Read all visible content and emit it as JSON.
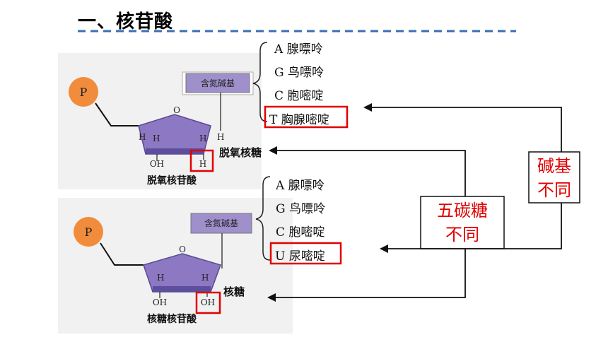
{
  "title": "一、核苷酸",
  "colors": {
    "accent_blue": "#3a6fb5",
    "red": "#e00000",
    "phosphate": "#f08c3c",
    "sugar": "#8c78c3",
    "base_box": "#9f8fcb"
  },
  "top": {
    "phosphate_label": "P",
    "base_box_label": "含氮碱基",
    "o_label": "O",
    "h_labels": [
      "H",
      "H",
      "H",
      "H"
    ],
    "oh_label": "OH",
    "h_highlight": "H",
    "sugar_name": "脱氧核糖",
    "caption": "脱氧核苷酸",
    "bases": [
      "A 腺嘌呤",
      "G 鸟嘌呤",
      "C 胞嘧啶",
      "T 胸腺嘧啶"
    ]
  },
  "bottom": {
    "phosphate_label": "P",
    "base_box_label": "含氮碱基",
    "o_label": "O",
    "h_labels": [
      "H",
      "H"
    ],
    "oh_label": "OH",
    "oh_highlight": "OH",
    "sugar_name": "核糖",
    "caption": "核糖核苷酸",
    "bases": [
      "A 腺嘌呤",
      "G 鸟嘌呤",
      "C 胞嘧啶",
      "U 尿嘧啶"
    ]
  },
  "labels": {
    "base_diff": [
      "碱基",
      "不同"
    ],
    "sugar_diff": [
      "五碳糖",
      "不同"
    ]
  }
}
